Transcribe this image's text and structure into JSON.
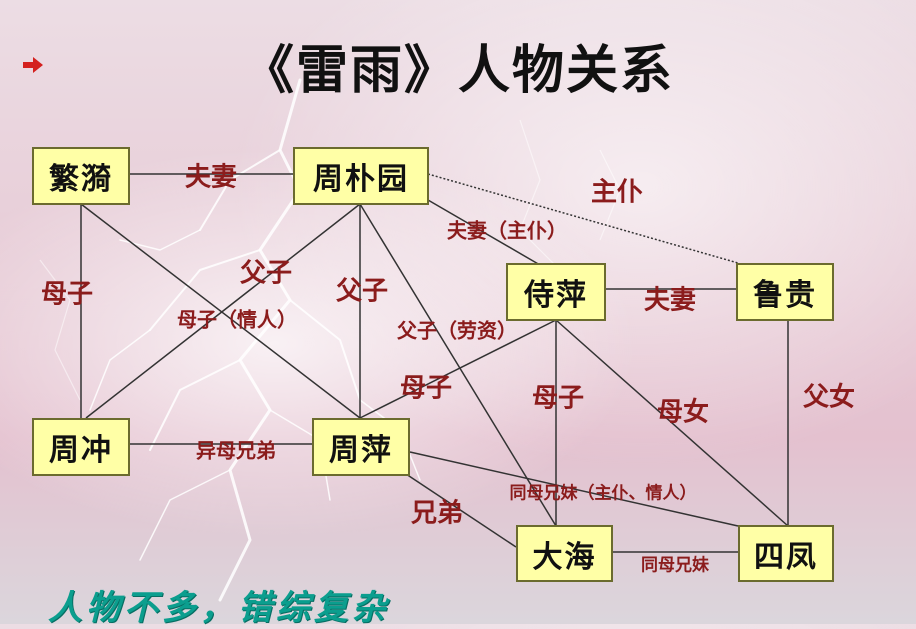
{
  "title": "《雷雨》人物关系",
  "footer": "人物不多，错综复杂",
  "icons": {
    "bullet": "arrow-bullet-icon"
  },
  "colors": {
    "node_fill": "#ffffa6",
    "label": "#8b1c1c",
    "line": "#333333",
    "footer": "#0b9e8e"
  },
  "nodes": {
    "fanyi": "繁漪",
    "zhoupuyuan": "周朴园",
    "shiping": "侍萍",
    "lugui": "鲁贵",
    "zhouchong": "周冲",
    "zhouping": "周萍",
    "dahai": "大海",
    "sifeng": "四凤"
  },
  "relations": {
    "fanyi_zhoupuyuan": "夫妻",
    "zhoupuyuan_lugui": "主仆",
    "zhoupuyuan_shiping": "夫妻（主仆）",
    "fanyi_zhouchong": "母子",
    "zhoupuyuan_zhouchong": "父子",
    "fanyi_zhouping": "母子（情人）",
    "zhoupuyuan_zhouping": "父子",
    "zhoupuyuan_dahai": "父子（劳资）",
    "shiping_lugui": "夫妻",
    "shiping_zhouping": "母子",
    "shiping_dahai": "母子",
    "shiping_sifeng": "母女",
    "lugui_sifeng": "父女",
    "zhouchong_zhouping": "异母兄弟",
    "zhouping_sifeng": "同母兄妹（主仆、情人）",
    "zhouping_dahai": "兄弟",
    "dahai_sifeng": "同母兄妹"
  }
}
